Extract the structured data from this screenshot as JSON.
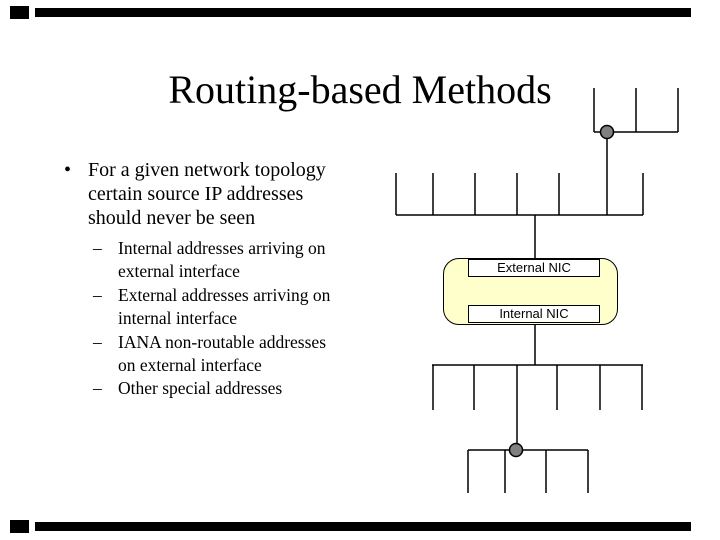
{
  "slide": {
    "title": "Routing-based Methods"
  },
  "content": {
    "bullet_marker": "•",
    "dash_marker": "–",
    "main_bullet": {
      "lines": [
        "For a given network topology",
        "certain source IP addresses",
        "should never be seen"
      ]
    },
    "sub_bullets": [
      {
        "lines": [
          "Internal addresses arriving on",
          "external interface"
        ]
      },
      {
        "lines": [
          "External addresses arriving on",
          "internal interface"
        ]
      },
      {
        "lines": [
          "IANA non-routable addresses",
          "on external interface"
        ]
      },
      {
        "lines": [
          "Other special addresses"
        ]
      }
    ]
  },
  "diagram": {
    "external_nic_label": "External NIC",
    "internal_nic_label": "Internal NIC"
  },
  "colors": {
    "line": "#000000",
    "node_fill": "#808080",
    "nic_panel_fill": "#FFFFCC",
    "nic_box_fill": "#FFFFFF",
    "border_bar": "#000000"
  }
}
